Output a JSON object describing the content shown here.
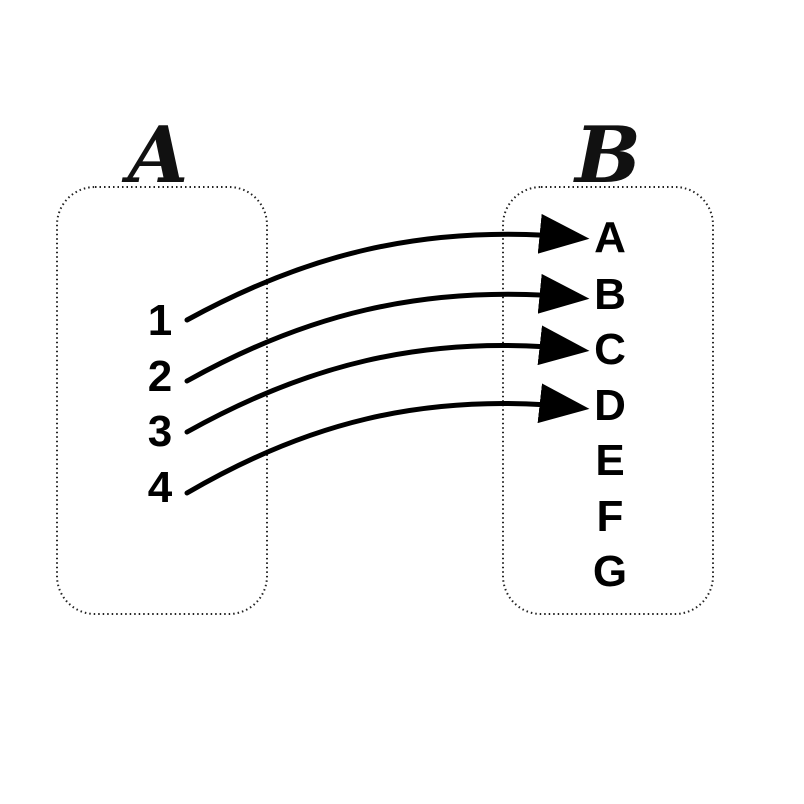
{
  "sets": {
    "domain": {
      "name": "A",
      "elements": [
        "1",
        "2",
        "3",
        "4"
      ]
    },
    "codomain": {
      "name": "B",
      "elements": [
        "A",
        "B",
        "C",
        "D",
        "E",
        "F",
        "G"
      ]
    }
  },
  "mapping": [
    {
      "from": "1",
      "to": "A"
    },
    {
      "from": "2",
      "to": "B"
    },
    {
      "from": "3",
      "to": "C"
    },
    {
      "from": "4",
      "to": "D"
    }
  ]
}
